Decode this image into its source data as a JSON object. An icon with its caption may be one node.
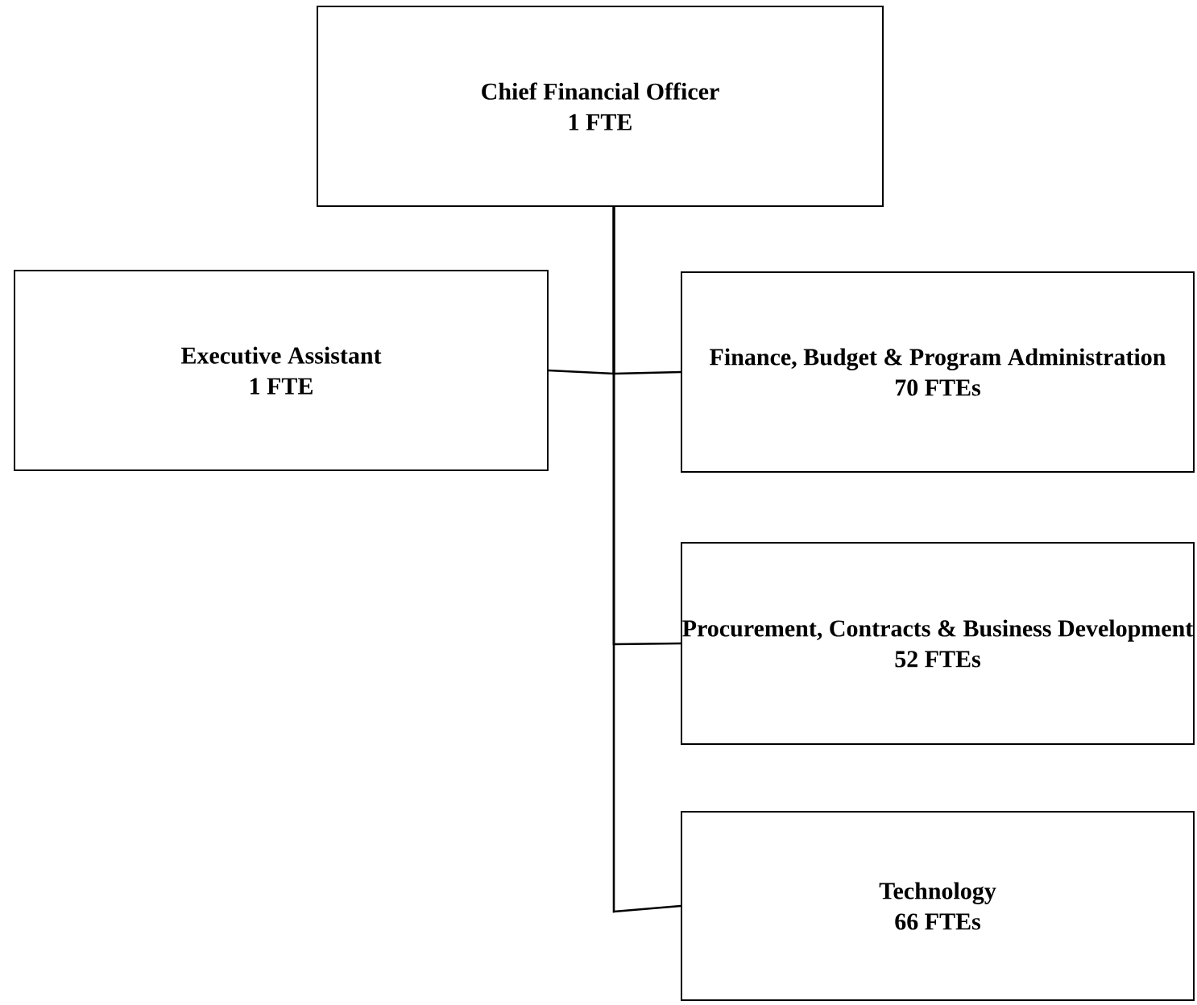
{
  "diagram": {
    "nodes": [
      {
        "text": [
          "Chief Financial Officer",
          "1 FTE"
        ]
      },
      {
        "text": [
          "Executive Assistant",
          "1 FTE"
        ]
      },
      {
        "text": [
          "Finance, Budget & Program Administration",
          "70 FTEs"
        ]
      },
      {
        "text": [
          "Procurement, Contracts & Business Development",
          "52 FTEs"
        ]
      },
      {
        "text": [
          "Technology",
          "66 FTEs"
        ]
      }
    ],
    "edges": [
      {
        "from": 0,
        "to": 1,
        "arrow": "none"
      },
      {
        "from": 0,
        "to": 2,
        "arrow": "none"
      },
      {
        "from": 0,
        "to": 3,
        "arrow": "none"
      },
      {
        "from": 0,
        "to": 4,
        "arrow": "none"
      }
    ]
  }
}
